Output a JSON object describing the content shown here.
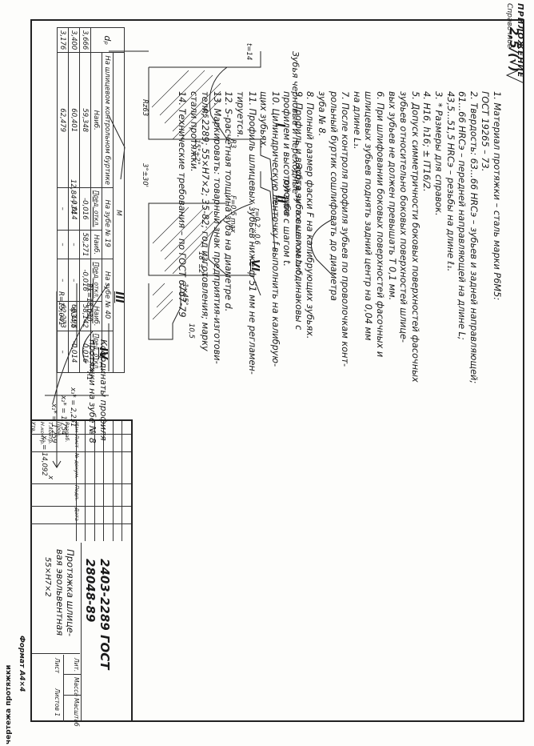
{
  "header": {
    "appendix": "ПРИЛОЖЕНИЕ",
    "reference": "Справочное",
    "running_title": "чертежа протяжки"
  },
  "drawing": {
    "roughness": "2,5/(√)"
  },
  "notes": [
    "1. Материал протяжки – сталь марки Р6М5:",
    "   ГОСТ 19265 – 73.",
    "2. Твердость: 63...66 HRCэ – зубьев и задней направляющей;",
    "   61...66 HRCэ – передней направляющей на длине L;",
    "   43,5...51,5 HRCэ – резьбы на длине ℓ₁.",
    "3. * Размеры для справок.",
    "4. Н16, h16; ± IT16/2.",
    "5. Допуск симметричности боковых поверхностей фасочных",
    "   зубьев относительно боковых поверхностей шлице-",
    "   вых зубьев не должен превышать Т 0,1 мм.",
    "6. При шлифовании боковых поверхностей фасочных и",
    "   шлицевых зубьев поднять задний центр на 0,04 мм",
    "   на длине L₁.",
    "7. После контроля профиля зубьев по проволочкам конт-",
    "   рольный буртик сошлифовать до диаметра",
    "   зуба № 8.",
    "8. Полный размер фаски F на калибрующих зубьях.",
    "9. Профиль и высота зуба  с шагом t₂ одинаковы с",
    "   профилем и высотой  зуба  с шагом t.",
    "10. Цилиндрическую ленточку f выполнить на  калибрую-",
    "   щих зубьях.",
    "11. Профиль шлицевых зубьев ниже ф 51 мм  не регламен-",
    "   тируется.",
    "12. S-расчетная толщина зуба на диаметре d.",
    "13. Маркировать: товарный знак предприятия-изготови-",
    "   теля; 2289; 55×H7×2; 35-82; год изготовления; марку",
    "   стали протяжки.",
    "14. Технические требования – по ГОСТ 6767-79",
    ""
  ],
  "title_block": {
    "header": [
      "Изм",
      "Лист",
      "№ докум.",
      "Подп.",
      "Дата"
    ],
    "roles": [
      "Разраб.",
      "Пров.",
      "Т.контр.",
      "Н.контр.",
      "Утв.",
      ""
    ],
    "code": "2403-2289 ГОСТ 28048-89",
    "name_lines": [
      "Протяжка шлице-",
      "вая эвольвентная",
      "55×H7×2"
    ],
    "lit_label": "Лит.",
    "mass_label": "Масса",
    "scale_label": "Масштаб",
    "sheet_label": "Лист",
    "sheets_label": "Листов 1",
    "format": "Формат А4×4"
  },
  "table": {
    "dp_label": "dₚ",
    "m_label": "M",
    "groups": [
      "На шлицевом контрольном буртике",
      "На зубе № 19",
      "На зубе № 40",
      ""
    ],
    "subcols": [
      "Наиб.",
      "Пред. откл.",
      "Наиб.",
      "Пред. откл.",
      "Наиб.",
      "Пред. откл."
    ],
    "rows": [
      [
        "3,666",
        "59,348",
        "-0,016",
        "58,271",
        "-0,016",
        "58,142",
        "-0,016"
      ],
      [
        "3,400",
        "60,401",
        "-0,014",
        "–",
        "–",
        "60,195",
        "-0,014"
      ],
      [
        "3,176",
        "62,479",
        "–",
        "–",
        "–",
        "62,273",
        "–"
      ]
    ]
  },
  "sections": {
    "I": "I",
    "I_caption": "Зубья черновые и переходные",
    "II": "II",
    "II_caption": [
      "Зубья чистовые и калиб-",
      "рующие"
    ],
    "III": "III",
    "IV": "IV",
    "VI": "VI"
  },
  "profile": {
    "title": [
      "Координаты профиля",
      "протяжки на зубе № 8"
    ]
  },
  "dims": {
    "t": "t=14",
    "R3": "R3",
    "d45": "4,5",
    "angle1": "15°±2°",
    "Rz63": "Rz63",
    "angle3": "3°±30'",
    "F": "F=0,5 max",
    "r_range": "r=0,2...0,6",
    "angle18": "18°±2°",
    "chamfer": "1×45°",
    "d105": "10,5",
    "diameter": "ф34,6",
    "R1": "R1",
    "Rk": "Rk=18,030",
    "R_arc": "R=15,041",
    "x3": "x₃* = 2,251",
    "x2": "x₂* = 1,754",
    "x1": "x₁* = 1,259",
    "x0": "x₀ = 14,092",
    "x_axis": "x",
    "ratio": "12,84 / 74"
  }
}
